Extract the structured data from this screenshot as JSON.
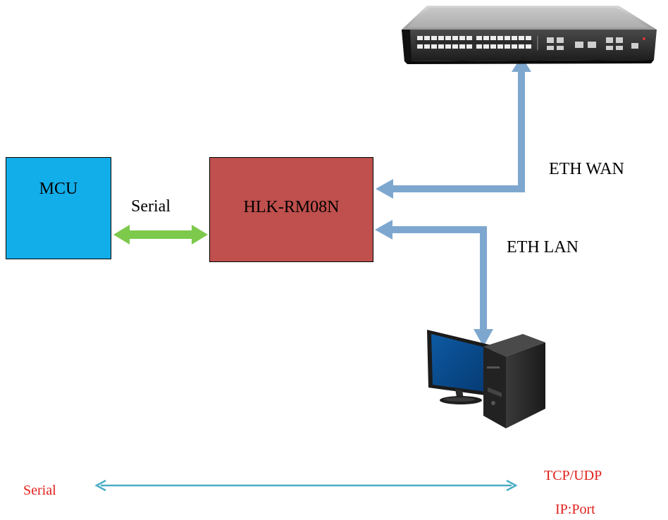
{
  "diagram": {
    "mcu": {
      "label": "MCU",
      "fill": "#12aeea"
    },
    "module": {
      "label": "HLK-RM08N",
      "fill": "#bf504d"
    },
    "links": {
      "serial": {
        "label": "Serial",
        "color": "#7dc94c"
      },
      "eth_wan": {
        "label": "ETH WAN",
        "color": "#7ea7cf"
      },
      "eth_lan": {
        "label": "ETH LAN",
        "color": "#7ea7cf"
      }
    },
    "devices": {
      "network_switch": {
        "icon": "network-switch-icon"
      },
      "computer": {
        "icon": "desktop-computer-icon"
      }
    },
    "transparent_transmission": {
      "left_label": "Serial",
      "right_label_1": "TCP/UDP",
      "right_label_2": "IP:Port",
      "label_color": "#e0201b",
      "arrow_color": "#4aaec4"
    }
  }
}
